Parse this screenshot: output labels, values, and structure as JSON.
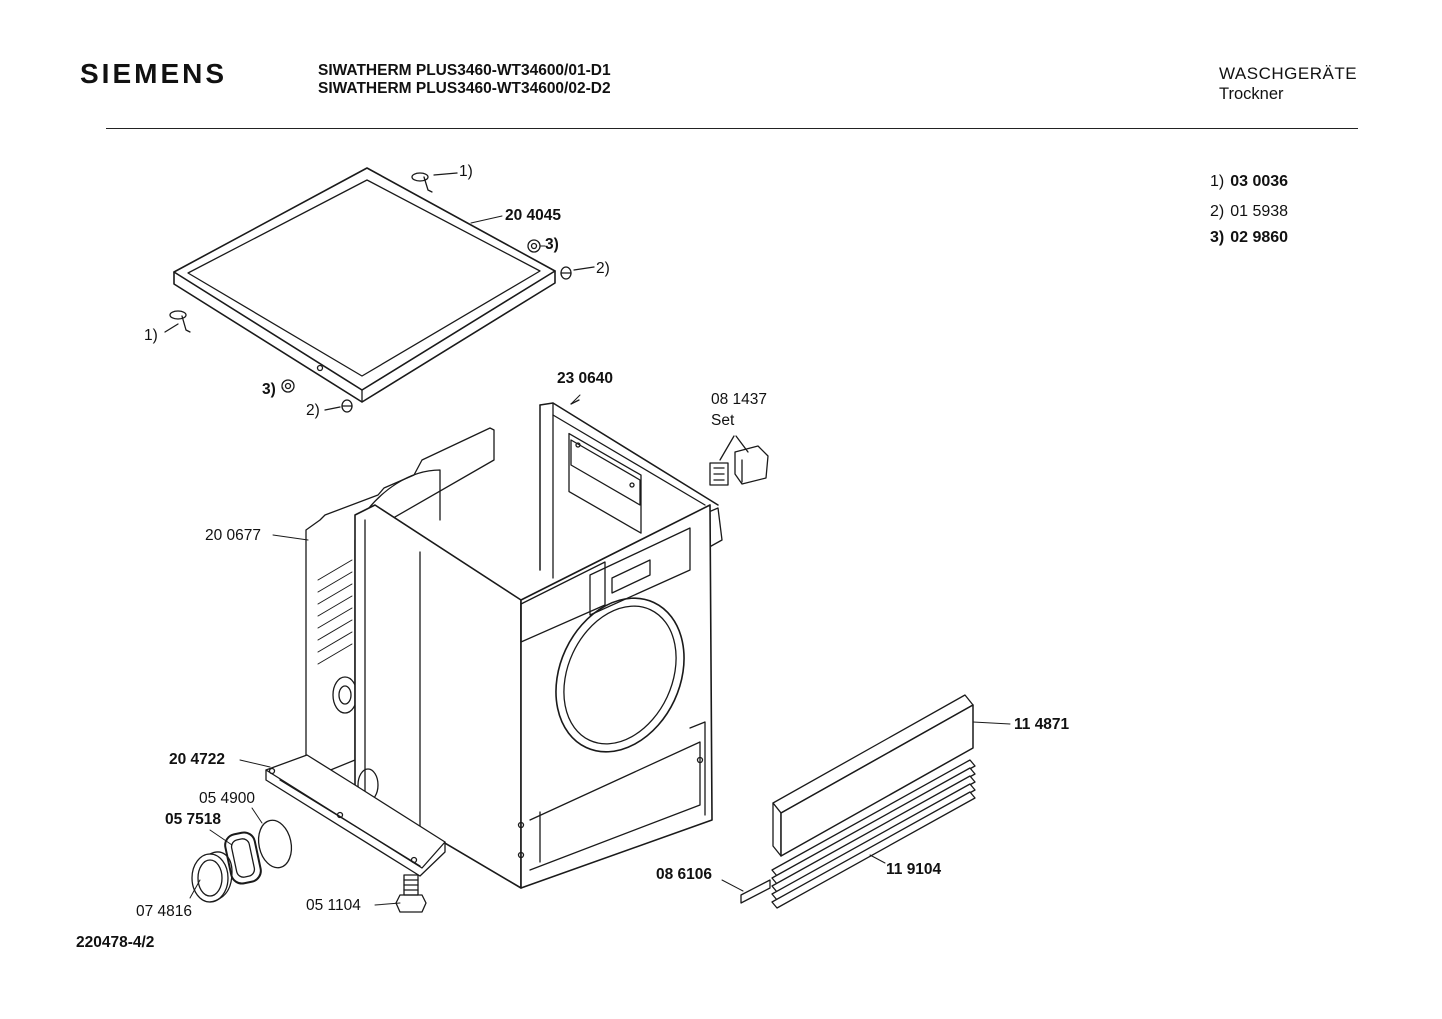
{
  "header": {
    "brand": "SIEMENS",
    "model_lines": [
      "SIWATHERM PLUS3460-WT34600/01-D1",
      "SIWATHERM PLUS3460-WT34600/02-D2"
    ],
    "category": "WASCHGERÄTE",
    "subcategory": "Trockner"
  },
  "legend": [
    {
      "key": "1)",
      "part": "03 0036"
    },
    {
      "key": "2)",
      "part": "01 5938"
    },
    {
      "key": "3)",
      "part": "02 9860"
    }
  ],
  "callouts": {
    "top_cover": "20 4045",
    "clip_top": "1)",
    "clip_left": "1)",
    "screw_right": "3)",
    "screw_left": "3)",
    "plug_right": "2)",
    "plug_left": "2)",
    "rear_frame": "23 0640",
    "connector_set_number": "08 1437",
    "connector_set_label": "Set",
    "side_panel": "20 0677",
    "base_plate": "20 4722",
    "seal": "05 4900",
    "gasket": "05 7518",
    "filter": "07 4816",
    "foot": "05 1104",
    "front_panel": "11 4871",
    "grille": "11 9104",
    "strip": "08 6106"
  },
  "footer": {
    "doc_ref": "220478-4/2"
  }
}
